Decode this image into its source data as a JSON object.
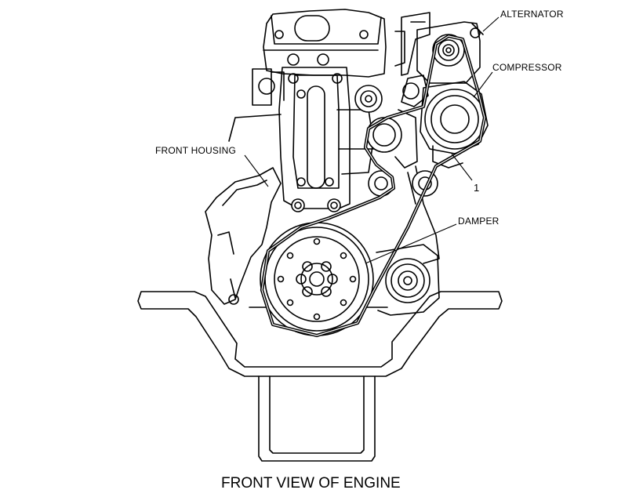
{
  "diagram": {
    "caption": "FRONT VIEW OF ENGINE",
    "labels": {
      "alternator": "ALTERNATOR",
      "compressor": "COMPRESSOR",
      "front_housing": "FRONT HOUSING",
      "belt_callout": "1",
      "damper": "DAMPER"
    }
  }
}
